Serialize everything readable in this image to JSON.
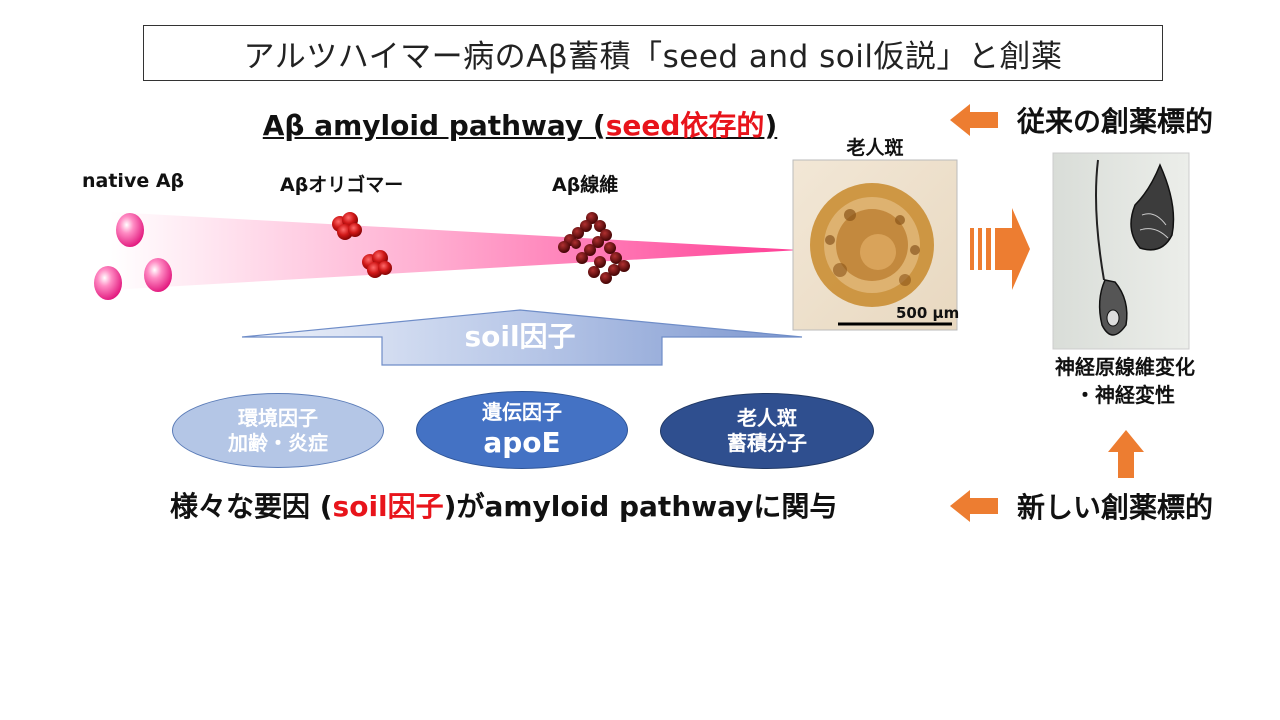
{
  "title": "アルツハイマー病のAβ蓄積「seed and soil仮説」と創薬",
  "subtitle": {
    "prefix": "Aβ amyloid pathway (",
    "highlight": "seed依存的",
    "suffix": ")"
  },
  "stages": {
    "native": "native Aβ",
    "oligomer": "Aβオリゴマー",
    "fibril": "Aβ線維"
  },
  "plaque": {
    "label": "老人斑",
    "scale": "500 μm"
  },
  "soil_arrow_label": "soil因子",
  "factors": [
    {
      "line1": "環境因子",
      "line2": "加齢・炎症"
    },
    {
      "line1": "遺伝因子",
      "line2": "apoE"
    },
    {
      "line1": "老人斑",
      "line2": "蓄積分子"
    }
  ],
  "bottom": {
    "prefix": "様々な要因 (",
    "highlight": "soil因子",
    "suffix": ")がamyloid pathwayに関与"
  },
  "right": {
    "conventional": "従来の創薬標的",
    "nft_line1": "神経原線維変化",
    "nft_line2": "・神経変性",
    "new_target": "新しい創薬標的"
  },
  "colors": {
    "accent_red": "#e8141b",
    "arrow_orange": "#ed7d31",
    "pink": "#ff4fa0",
    "blue": "#4472c4"
  }
}
